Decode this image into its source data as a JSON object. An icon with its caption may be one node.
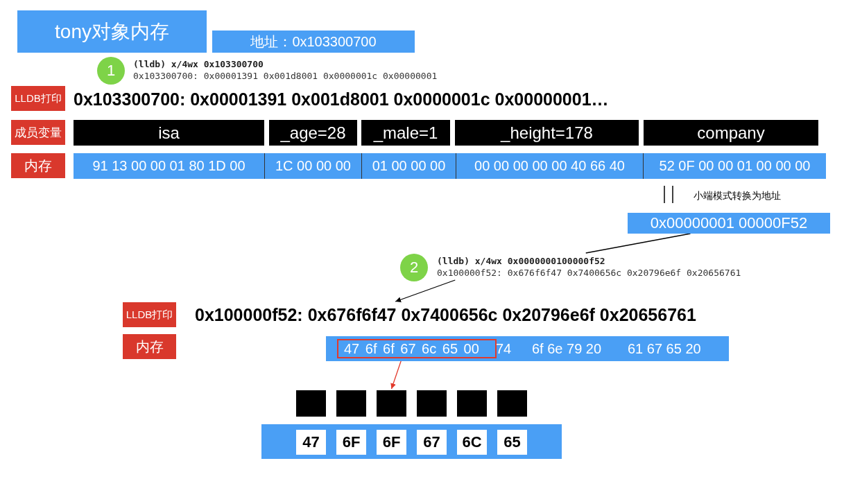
{
  "diagram": {
    "nodes": [
      {
        "text": [
          "tony对象内存"
        ]
      },
      {
        "text": [
          "地址：0x103300700"
        ]
      },
      {
        "text": [
          "1"
        ]
      },
      {
        "text": [
          "(lldb) x/4wx 0x103300700",
          "0x103300700: 0x00001391 0x001d8001 0x0000001c 0x00000001"
        ]
      },
      {
        "text": [
          "LLDB打印"
        ]
      },
      {
        "text": [
          "0x103300700: 0x00001391 0x001d8001 0x0000001c 0x00000001…"
        ]
      },
      {
        "text": [
          "成员变量"
        ]
      },
      {
        "text": [
          "isa"
        ]
      },
      {
        "text": [
          "_age=28"
        ]
      },
      {
        "text": [
          "_male=1"
        ]
      },
      {
        "text": [
          "_height=178"
        ]
      },
      {
        "text": [
          "company"
        ]
      },
      {
        "text": [
          "内存"
        ]
      },
      {
        "text": [
          "91 13 00 00 01 80 1D 00"
        ]
      },
      {
        "text": [
          "1C 00 00 00"
        ]
      },
      {
        "text": [
          "01 00 00 00"
        ]
      },
      {
        "text": [
          "00 00 00 00 00 40 66 40"
        ]
      },
      {
        "text": [
          "52 0F 00 00 01 00 00 00"
        ]
      },
      {
        "text": [
          "小端模式转换为地址"
        ]
      },
      {
        "text": [
          "0x00000001 00000F52"
        ]
      },
      {
        "text": [
          "2"
        ]
      },
      {
        "text": [
          "(lldb) x/4wx 0x0000000100000f52",
          "0x100000f52: 0x676f6f47 0x7400656c 0x20796e6f 0x20656761"
        ]
      },
      {
        "text": [
          "LLDB打印"
        ]
      },
      {
        "text": [
          "0x100000f52: 0x676f6f47 0x7400656c 0x20796e6f 0x20656761"
        ]
      },
      {
        "text": [
          "内存"
        ]
      },
      {
        "text": [
          "74",
          "6f 6e 79 20",
          "61 67 65 20"
        ]
      },
      {
        "text": [
          "47 6f 6f 67 6c 65 00"
        ],
        "in": 25
      },
      {
        "text": [],
        "shape": "box"
      },
      {
        "text": [],
        "shape": "box"
      },
      {
        "text": [],
        "shape": "box"
      },
      {
        "text": [],
        "shape": "box"
      },
      {
        "text": [],
        "shape": "box"
      },
      {
        "text": [],
        "shape": "box"
      },
      {
        "text": [],
        "shape": "bar"
      },
      {
        "text": [
          "47"
        ],
        "in": 33
      },
      {
        "text": [
          "6F"
        ],
        "in": 33
      },
      {
        "text": [
          "6F"
        ],
        "in": 33
      },
      {
        "text": [
          "67"
        ],
        "in": 33
      },
      {
        "text": [
          "6C"
        ],
        "in": 33
      },
      {
        "text": [
          "65"
        ],
        "in": 33
      }
    ],
    "edges": [
      {
        "from": 19,
        "to": 21,
        "arrow": "none"
      },
      {
        "from": 21,
        "to": 23,
        "arrow": "to"
      },
      {
        "from": 26,
        "to": 29,
        "arrow": "to",
        "color": "#e23a2c"
      }
    ]
  }
}
